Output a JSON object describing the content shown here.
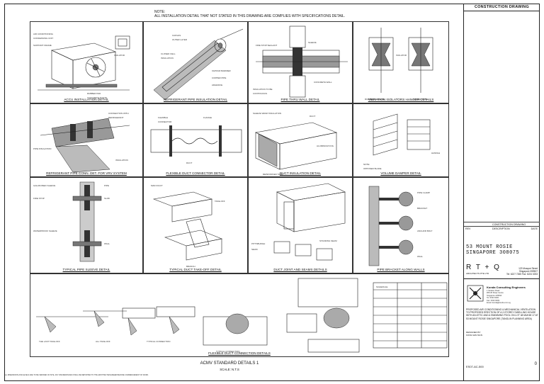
{
  "note": {
    "heading": "NOTE:",
    "text": "ALL INSTALLATION DETAIL THAT NOT STATED IN THIS DRAWING ARE COMPLIES WITH SPECIFICATIONS DETAIL."
  },
  "details": {
    "acmv_installation": "ACCU INSTALLATION DETAIL",
    "refrigerant_insulation": "REFRIGERANT PIPE INSULATION DETAIL",
    "pipe_thru_wall": "PIPE THRU WALL DETAIL",
    "vibration_isolators": "VIBRATION ISOLATORS HANGER DETAILS",
    "refrigerant_conn": "REFRIGERANT PIPE CONN. DET. FOR VRV SYSTEM",
    "flexible_duct_connector": "FLEXIBLE DUCT CONNECTOR DETAIL",
    "duct_insulation": "DUCT INSULATION DETAIL",
    "volume_damper": "VOLUME DAMPER DETAIL",
    "pipe_sleeve": "TYPICAL PIPE SLEEVE DETAIL",
    "duct_takeoff": "TYPICAL DUCT TAKE-OFF DETAIL",
    "duct_joint_seams": "DUCT JOINT AND SEAMS DETAILS",
    "pipe_bracket": "PIPE BRACKET ALONG WALLS",
    "flexible_duct_connection": "FLEXIBLE DUCT CONNECTION DETAILS"
  },
  "sheet": {
    "title": "ACMV STANDARD DETAILS 1",
    "scale": "SCALE: N.T.S"
  },
  "title_block": {
    "header": "CONSTRUCTION DRAWING",
    "revisions": [
      {
        "rev": "",
        "desc": "CONSTRUCTION DRAWING",
        "date": ""
      },
      {
        "rev": "REV",
        "desc": "DESCRIPTION",
        "date": "DATE"
      }
    ],
    "project_line1": "53 MOUNT ROSIE",
    "project_line2": "SINGAPORE 308075",
    "architect_logo": "R T + Q",
    "architect_sub": "ARCHITECTS PTE LTD",
    "architect_addr1": "123 Mosque Street",
    "architect_addr2": "Singapore 059507",
    "architect_addr3": "Tel: 6227 7265 Fax: 6224 0253",
    "consultant_name": "Konda Consulting Engineers",
    "consultant_lines": [
      "1 Stratton Road",
      "#05-05 Shaw Centre",
      "Singapore 229810",
      "Tel: 6333 9000",
      "Fax: 6333 9009",
      "Email: konda@konda.com.sg"
    ],
    "description": "PROPOSED AIR CONDITIONING & MECHANICAL VENTILATION TO PROPOSED ERECTION OF A 2-STOREY DWELLING HOUSE WITH AN ATTIC AND A SWIMMING POOL ON LOT 48 MUKIM 17 AT 53 MOUNT ROSIE SINGAPORE (TANGLIN PLANNING AREA)",
    "sig_label": "DESIGNED BY",
    "sig_name": "KONG WAI MUN",
    "drawing_no": "ES07-AC-500",
    "revision": "0"
  },
  "footer": "ALL DIMENSIONS AND LEVELS ARE TO BE VERIFIED ON SITE. ANY DISCREPANCIES SHALL BE REPORTED TO THE ARCHITECT/ENGINEER BEFORE COMMENCEMENT OF WORK."
}
